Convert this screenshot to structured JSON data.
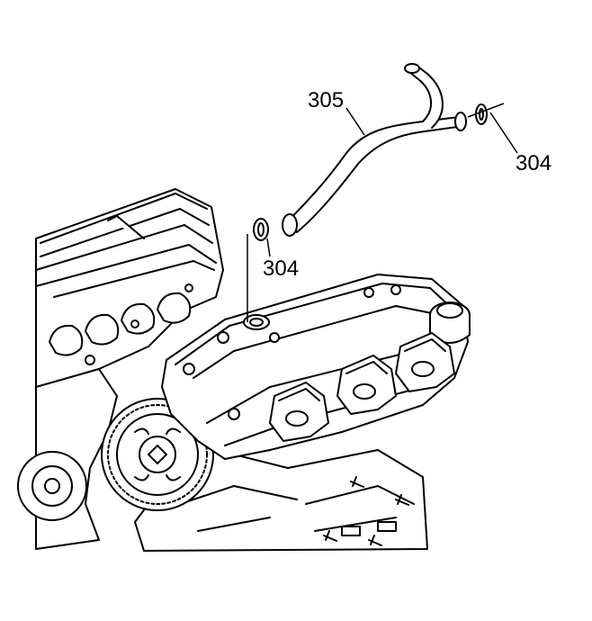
{
  "callouts": {
    "pipe": "305",
    "seal_right": "304",
    "seal_left": "304"
  },
  "colors": {
    "line": "#000000",
    "fill": "#ffffff"
  }
}
